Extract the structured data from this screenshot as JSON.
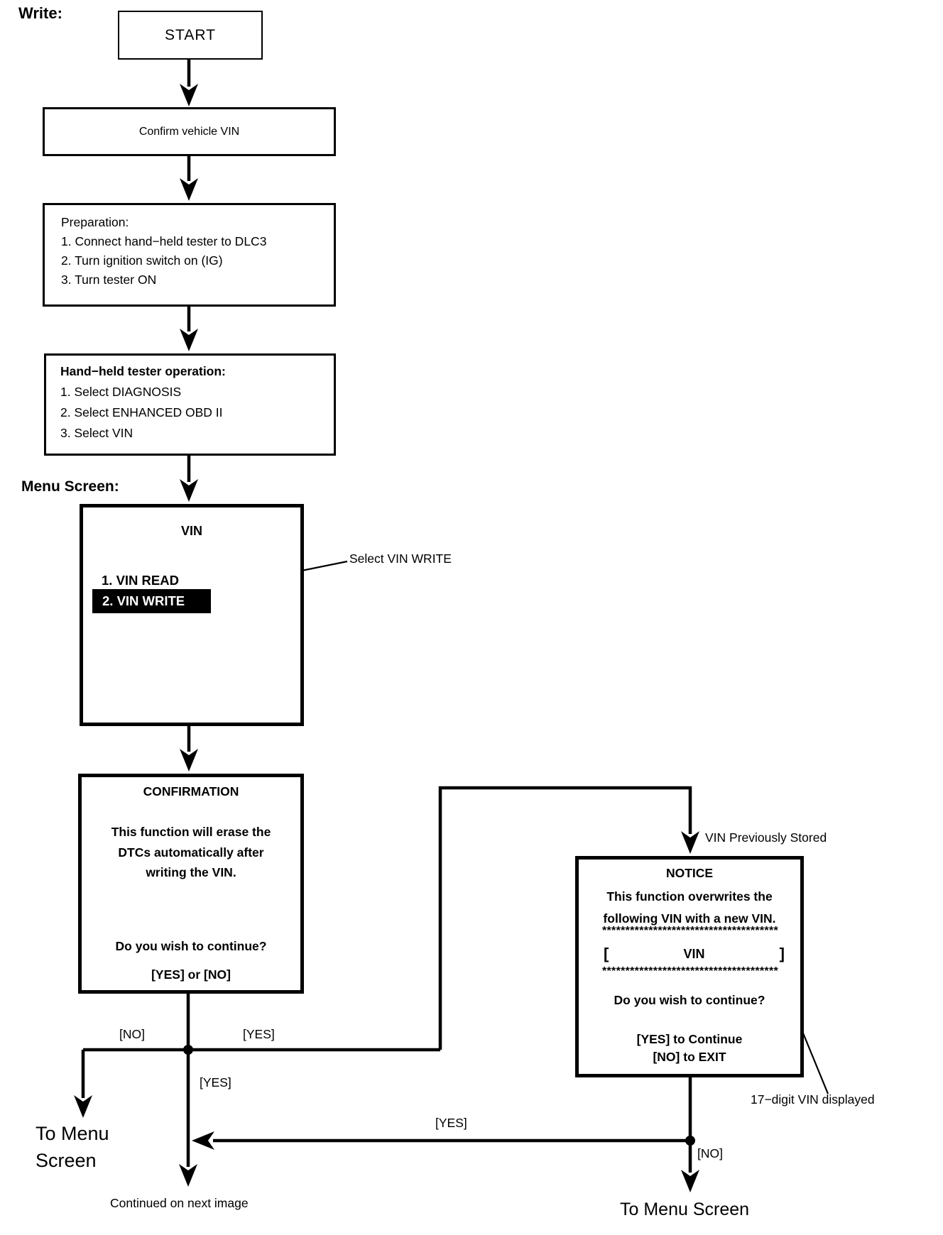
{
  "page": {
    "background": "#ffffff",
    "line_color": "#000000",
    "highlight_bg": "#000000",
    "highlight_fg": "#ffffff"
  },
  "labels": {
    "write": "Write:",
    "menu_screen": "Menu Screen:",
    "select_vin_write": "Select VIN WRITE",
    "vin_previously_stored": "VIN Previously Stored",
    "seventeen_digit_vin": "17−digit VIN displayed",
    "branch_no": "[NO]",
    "branch_yes": "[YES]",
    "branch_yes_center": "[YES]",
    "return_yes": "[YES]",
    "bottom_no": "[NO]",
    "to_menu_line1": "To Menu",
    "to_menu_line2": "Screen",
    "to_menu_screen_bottom": "To Menu Screen",
    "continued": "Continued on next image"
  },
  "boxes": {
    "start": {
      "title": "START"
    },
    "confirm": {
      "title": "Confirm vehicle VIN"
    },
    "preparation": {
      "title": "Preparation:",
      "items": [
        "1. Connect hand−held tester to DLC3",
        "2. Turn ignition switch on (IG)",
        "3. Turn tester ON"
      ]
    },
    "tester_operation": {
      "title": "Hand−held tester operation:",
      "items": [
        "1. Select DIAGNOSIS",
        "2. Select ENHANCED OBD II",
        "3. Select VIN"
      ]
    },
    "vin_menu": {
      "title": "VIN",
      "item_read": "1. VIN READ",
      "item_write": "2. VIN WRITE"
    },
    "confirmation": {
      "title": "CONFIRMATION",
      "body": [
        "This function will erase the",
        "DTCs automatically after",
        "writing the VIN."
      ],
      "question": "Do you wish to continue?",
      "options": "[YES] or [NO]"
    },
    "notice": {
      "title": "NOTICE",
      "body": [
        "This function overwrites the",
        "following VIN with a new VIN."
      ],
      "stars": "**************************************",
      "bracket_open": "[",
      "vin": "VIN",
      "bracket_close": "]",
      "question": "Do you wish to continue?",
      "yes_line": "[YES] to Continue",
      "no_line": "[NO] to EXIT"
    }
  }
}
